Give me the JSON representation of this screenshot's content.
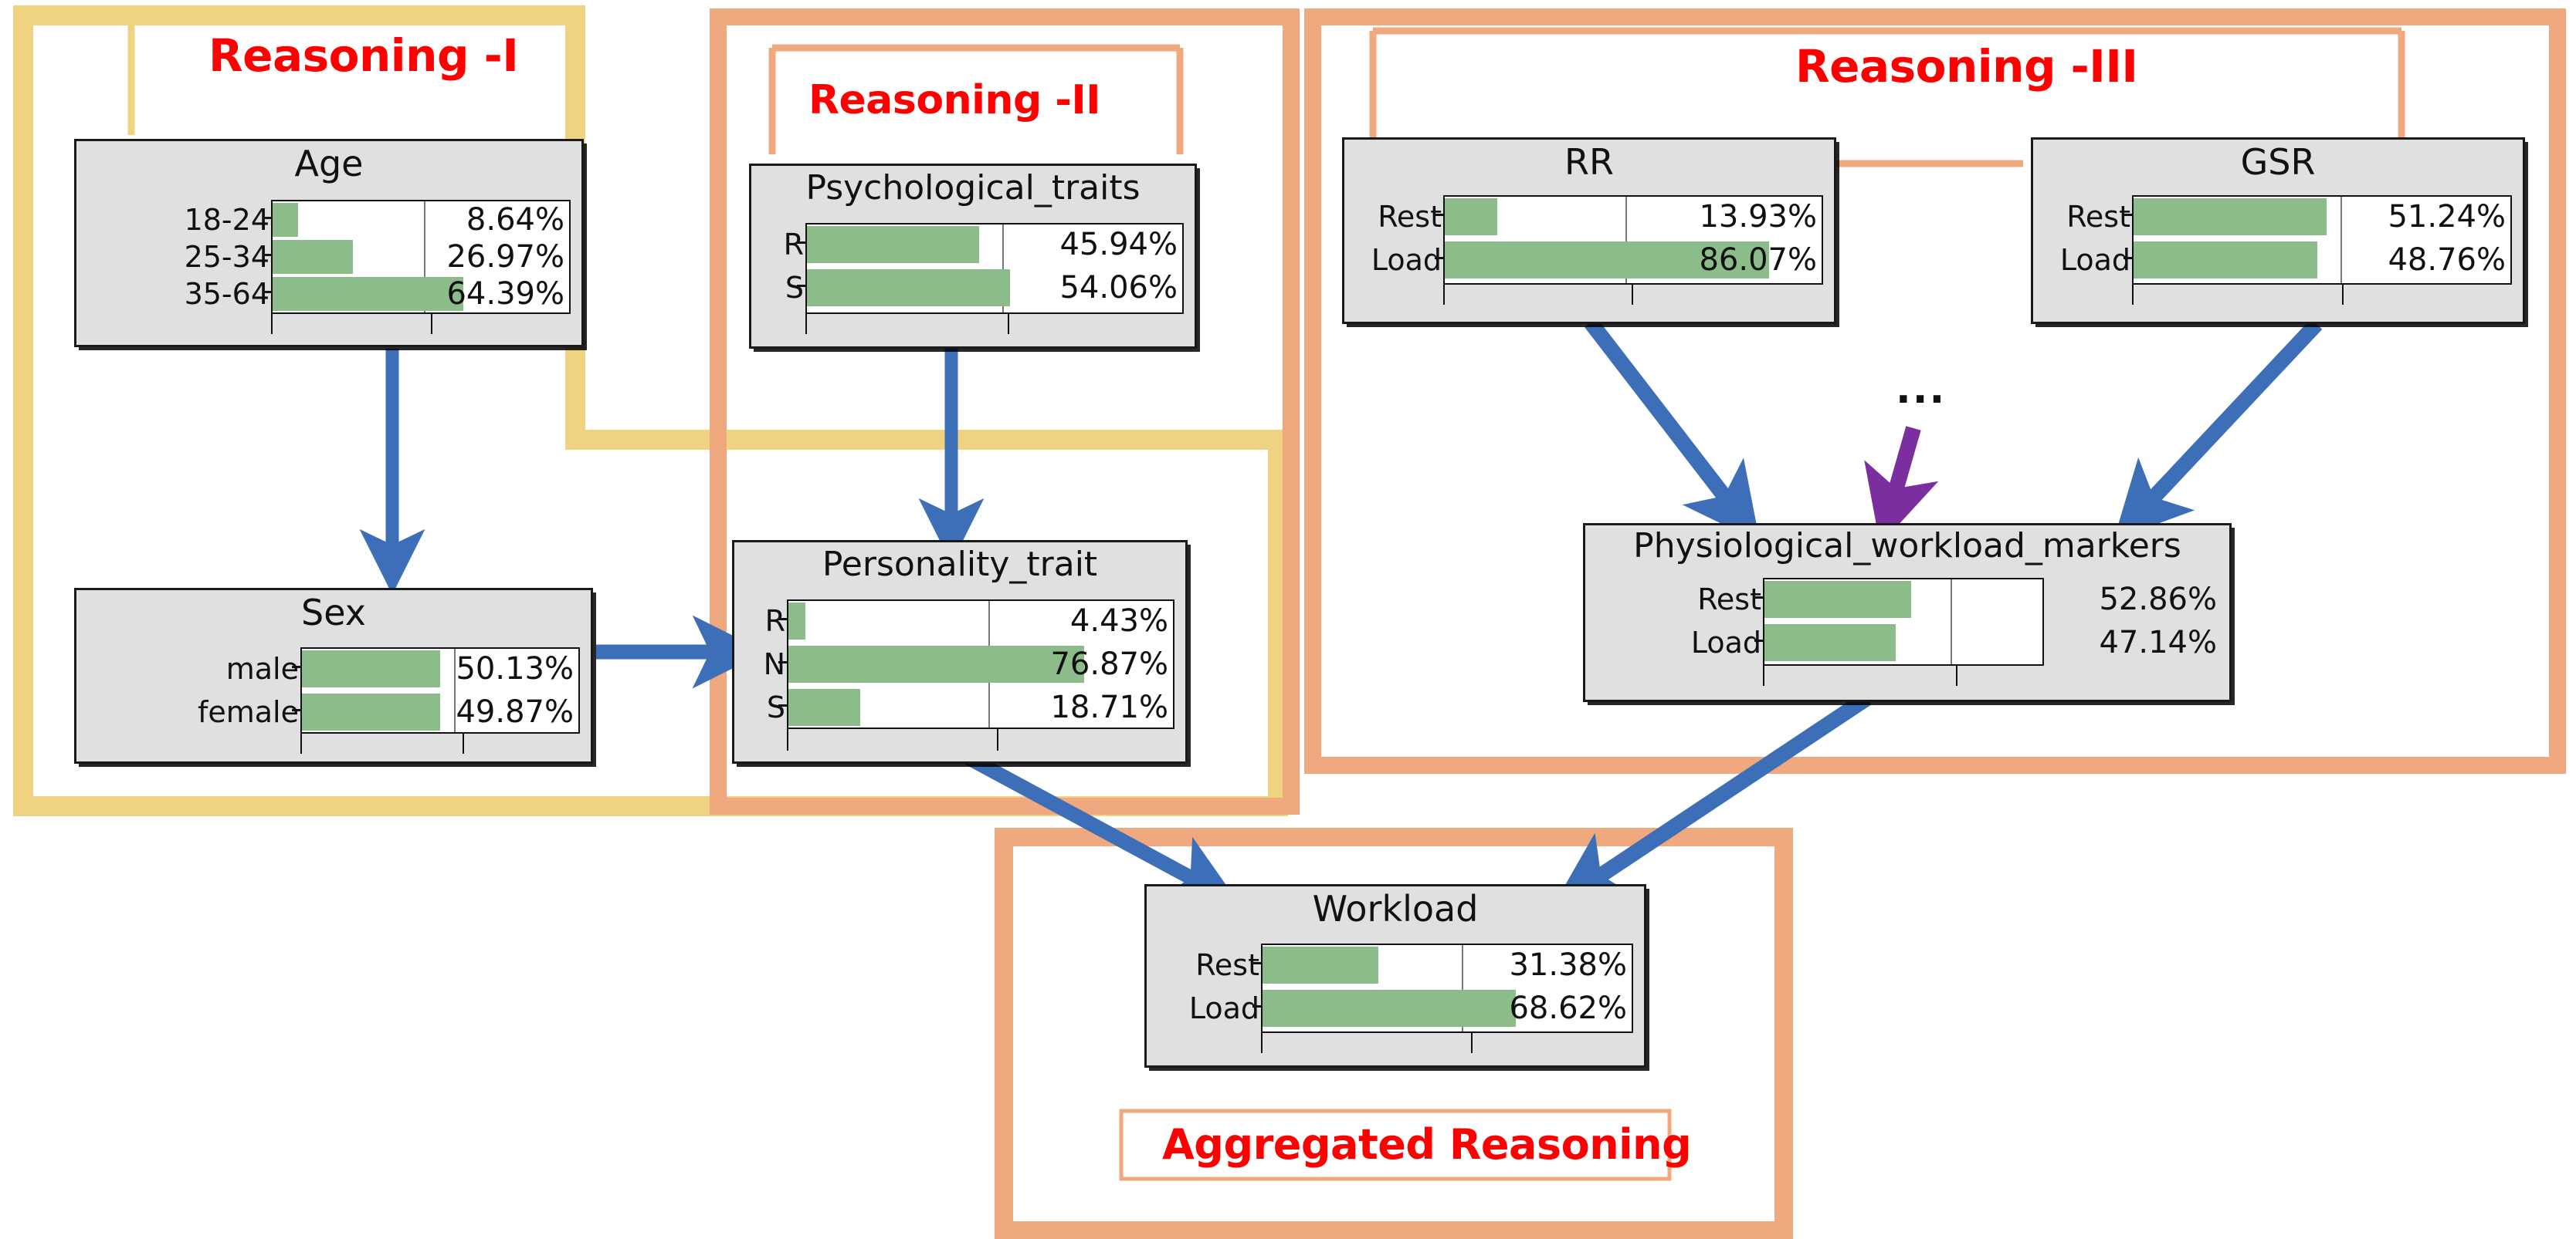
{
  "colors": {
    "group_yellow": "#EFD380",
    "group_orange": "#F0A97E",
    "group_title_red": "#FF0000",
    "bar_green": "#8DBC8B",
    "arrow_blue": "#3D6FB8",
    "arrow_purple": "#7B2F9E",
    "panel_gray": "#E0E0E0",
    "plot_white": "#FFFFFF",
    "stroke_black": "#1A1A1A"
  },
  "groups": [
    {
      "id": "reasoning-1",
      "label": "Reasoning -I",
      "color": "#EFD380"
    },
    {
      "id": "reasoning-2",
      "label": "Reasoning -II",
      "color": "#F0A97E"
    },
    {
      "id": "reasoning-3",
      "label": "Reasoning -III",
      "color": "#F0A97E"
    },
    {
      "id": "aggregated",
      "label": "Aggregated Reasoning",
      "color": "#F0A97E"
    }
  ],
  "ellipsis": "...",
  "nodes": {
    "age": {
      "title": "Age",
      "categories": [
        "18-24",
        "25-34",
        "35-64"
      ],
      "values": [
        8.64,
        26.97,
        64.39
      ],
      "labels": [
        "8.64%",
        "26.97%",
        "64.39%"
      ]
    },
    "sex": {
      "title": "Sex",
      "categories": [
        "male",
        "female"
      ],
      "values": [
        50.13,
        49.87
      ],
      "labels": [
        "50.13%",
        "49.87%"
      ]
    },
    "psychological_traits": {
      "title": "Psychological_traits",
      "categories": [
        "R",
        "S"
      ],
      "values": [
        45.94,
        54.06
      ],
      "labels": [
        "45.94%",
        "54.06%"
      ]
    },
    "personality_trait": {
      "title": "Personality_trait",
      "categories": [
        "R",
        "N",
        "S"
      ],
      "values": [
        4.43,
        76.87,
        18.71
      ],
      "labels": [
        "4.43%",
        "76.87%",
        "18.71%"
      ]
    },
    "rr": {
      "title": "RR",
      "categories": [
        "Rest",
        "Load"
      ],
      "values": [
        13.93,
        86.07
      ],
      "labels": [
        "13.93%",
        "86.07%"
      ]
    },
    "gsr": {
      "title": "GSR",
      "categories": [
        "Rest",
        "Load"
      ],
      "values": [
        51.24,
        48.76
      ],
      "labels": [
        "51.24%",
        "48.76%"
      ]
    },
    "physiological_workload_markers": {
      "title": "Physiological_workload_markers",
      "categories": [
        "Rest",
        "Load"
      ],
      "values": [
        52.86,
        47.14
      ],
      "labels": [
        "52.86%",
        "47.14%"
      ]
    },
    "workload": {
      "title": "Workload",
      "categories": [
        "Rest",
        "Load"
      ],
      "values": [
        31.38,
        68.62
      ],
      "labels": [
        "31.38%",
        "68.62%"
      ]
    }
  },
  "chart_data": [
    {
      "type": "bar",
      "title": "Age",
      "categories": [
        "18-24",
        "25-34",
        "35-64"
      ],
      "values": [
        8.64,
        26.97,
        64.39
      ],
      "xlabel": "",
      "ylabel": "",
      "xlim": [
        0,
        100
      ],
      "orientation": "horizontal"
    },
    {
      "type": "bar",
      "title": "Sex",
      "categories": [
        "male",
        "female"
      ],
      "values": [
        50.13,
        49.87
      ],
      "xlabel": "",
      "ylabel": "",
      "xlim": [
        0,
        100
      ],
      "orientation": "horizontal"
    },
    {
      "type": "bar",
      "title": "Psychological_traits",
      "categories": [
        "R",
        "S"
      ],
      "values": [
        45.94,
        54.06
      ],
      "xlabel": "",
      "ylabel": "",
      "xlim": [
        0,
        100
      ],
      "orientation": "horizontal"
    },
    {
      "type": "bar",
      "title": "Personality_trait",
      "categories": [
        "R",
        "N",
        "S"
      ],
      "values": [
        4.43,
        76.87,
        18.71
      ],
      "xlabel": "",
      "ylabel": "",
      "xlim": [
        0,
        100
      ],
      "orientation": "horizontal"
    },
    {
      "type": "bar",
      "title": "RR",
      "categories": [
        "Rest",
        "Load"
      ],
      "values": [
        13.93,
        86.07
      ],
      "xlabel": "",
      "ylabel": "",
      "xlim": [
        0,
        100
      ],
      "orientation": "horizontal"
    },
    {
      "type": "bar",
      "title": "GSR",
      "categories": [
        "Rest",
        "Load"
      ],
      "values": [
        51.24,
        48.76
      ],
      "xlabel": "",
      "ylabel": "",
      "xlim": [
        0,
        100
      ],
      "orientation": "horizontal"
    },
    {
      "type": "bar",
      "title": "Physiological_workload_markers",
      "categories": [
        "Rest",
        "Load"
      ],
      "values": [
        52.86,
        47.14
      ],
      "xlabel": "",
      "ylabel": "",
      "xlim": [
        0,
        100
      ],
      "orientation": "horizontal"
    },
    {
      "type": "bar",
      "title": "Workload",
      "categories": [
        "Rest",
        "Load"
      ],
      "values": [
        31.38,
        68.62
      ],
      "xlabel": "",
      "ylabel": "",
      "xlim": [
        0,
        100
      ],
      "orientation": "horizontal"
    }
  ],
  "edges": [
    {
      "from": "age",
      "to": "sex",
      "color": "#3D6FB8"
    },
    {
      "from": "sex",
      "to": "personality_trait",
      "color": "#3D6FB8"
    },
    {
      "from": "psychological_traits",
      "to": "personality_trait",
      "color": "#3D6FB8"
    },
    {
      "from": "personality_trait",
      "to": "workload",
      "color": "#3D6FB8"
    },
    {
      "from": "rr",
      "to": "physiological_workload_markers",
      "color": "#3D6FB8"
    },
    {
      "from": "gsr",
      "to": "physiological_workload_markers",
      "color": "#3D6FB8"
    },
    {
      "from": "ellipsis",
      "to": "physiological_workload_markers",
      "color": "#7B2F9E"
    },
    {
      "from": "physiological_workload_markers",
      "to": "workload",
      "color": "#3D6FB8"
    }
  ]
}
